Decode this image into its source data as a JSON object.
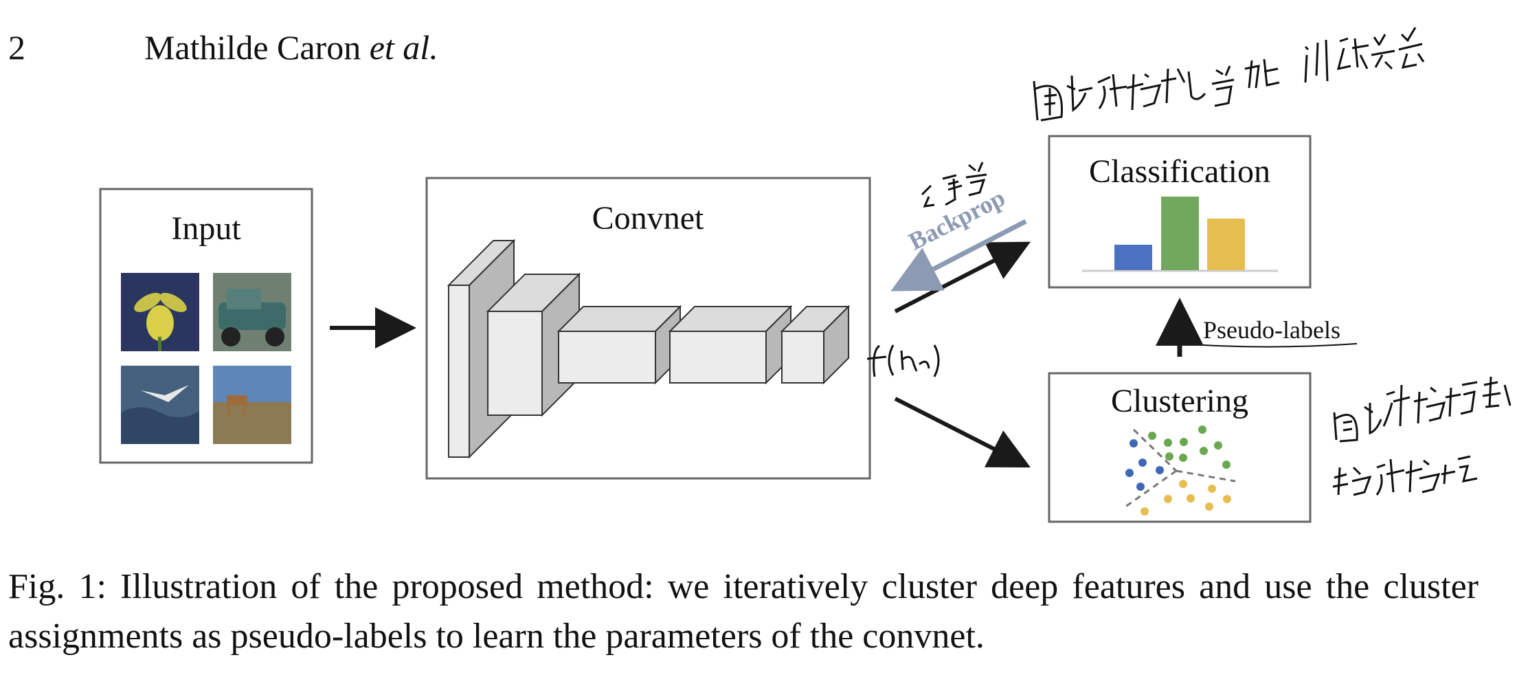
{
  "header": {
    "page_number": "2",
    "author": "Mathilde Caron",
    "author_suffix": "et al."
  },
  "figure": {
    "input_label": "Input",
    "convnet_label": "Convnet",
    "classification_label": "Classification",
    "clustering_label": "Clustering",
    "backprop_label": "Backprop",
    "pseudo_labels_label": "Pseudo-labels",
    "feature_annotation": "f(xn)",
    "bar_colors": [
      "#4a72c0",
      "#72a85e",
      "#e6bd4f"
    ],
    "cluster_colors": [
      "#3f67b5",
      "#6aa84f",
      "#e6bd4f"
    ],
    "arrow_color": "#1a1a1a",
    "backprop_color": "#8d9ab4"
  },
  "handwritten_notes": {
    "top_right": "通过伪标签监督训练分类",
    "near_backprop": "分类器",
    "right_side_line1": "通过对特征聚类",
    "right_side_line2": "生成伪标签"
  },
  "caption": {
    "text": "Fig. 1: Illustration of the proposed method: we iteratively cluster deep features and use the cluster assignments as pseudo-labels to learn the parameters of the convnet."
  }
}
